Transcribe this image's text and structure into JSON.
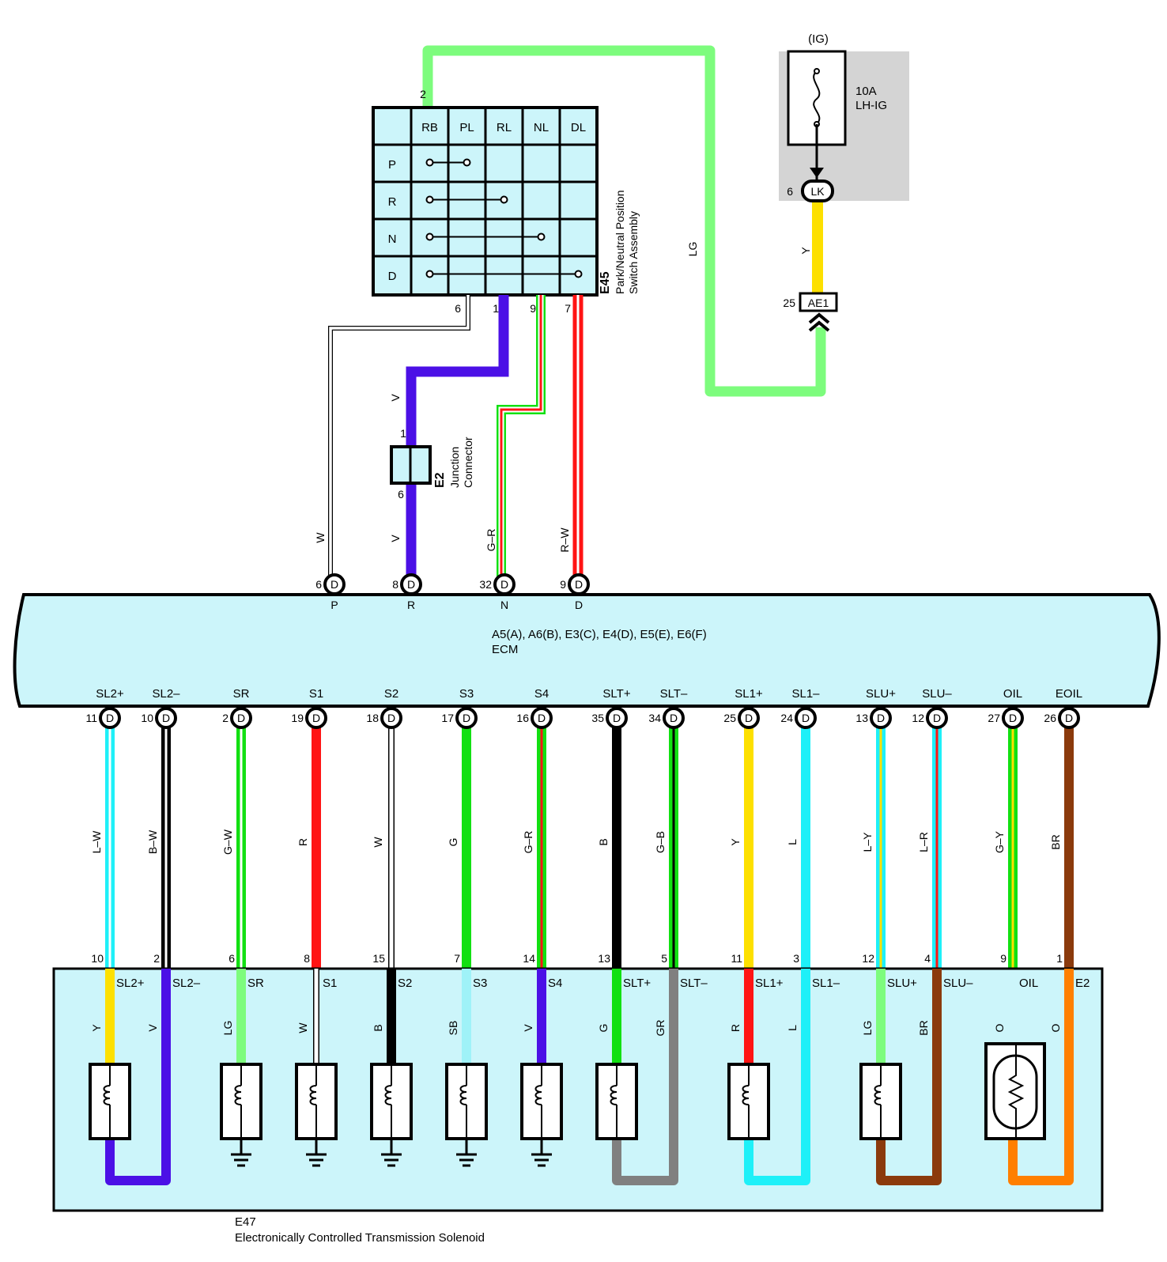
{
  "power": {
    "ig_label": "(IG)",
    "fuse_amp": "10A",
    "fuse_name": "LH-IG",
    "lk_pin": "6",
    "lk_label": "LK",
    "ae1_pin": "25",
    "ae1_label": "AE1",
    "wire_y": "Y",
    "wire_lg": "LG"
  },
  "switch": {
    "id": "E45",
    "name_line1": "Park/Neutral Position",
    "name_line2": "Switch Assembly",
    "top_pin": "2",
    "columns": [
      "RB",
      "PL",
      "RL",
      "NL",
      "DL"
    ],
    "rows": [
      "P",
      "R",
      "N",
      "D"
    ],
    "bottom_pins": [
      "6",
      "1",
      "9",
      "7"
    ]
  },
  "junction": {
    "id": "E2",
    "name_line1": "Junction",
    "name_line2": "Connector",
    "pin_top": "1",
    "pin_bottom": "6",
    "wire_v_upper": "V",
    "wire_v_lower": "V"
  },
  "ecm": {
    "connectors": "A5(A), A6(B), E3(C), E4(D), E5(E), E6(F)",
    "name": "ECM",
    "top_pins": [
      {
        "num": "6",
        "conn": "D",
        "label": "P",
        "wire": "W"
      },
      {
        "num": "8",
        "conn": "D",
        "label": "R",
        "wire": "V"
      },
      {
        "num": "32",
        "conn": "D",
        "label": "N",
        "wire": "G–R"
      },
      {
        "num": "9",
        "conn": "D",
        "label": "D",
        "wire": "R–W"
      }
    ],
    "bottom_pins": [
      {
        "label": "SL2+",
        "num": "11",
        "conn": "D",
        "wire": "L–W",
        "sol_pin": "10"
      },
      {
        "label": "SL2–",
        "num": "10",
        "conn": "D",
        "wire": "B–W",
        "sol_pin": "2"
      },
      {
        "label": "SR",
        "num": "2",
        "conn": "D",
        "wire": "G–W",
        "sol_pin": "6"
      },
      {
        "label": "S1",
        "num": "19",
        "conn": "D",
        "wire": "R",
        "sol_pin": "8"
      },
      {
        "label": "S2",
        "num": "18",
        "conn": "D",
        "wire": "W",
        "sol_pin": "15"
      },
      {
        "label": "S3",
        "num": "17",
        "conn": "D",
        "wire": "G",
        "sol_pin": "7"
      },
      {
        "label": "S4",
        "num": "16",
        "conn": "D",
        "wire": "G–R",
        "sol_pin": "14"
      },
      {
        "label": "SLT+",
        "num": "35",
        "conn": "D",
        "wire": "B",
        "sol_pin": "13"
      },
      {
        "label": "SLT–",
        "num": "34",
        "conn": "D",
        "wire": "G–B",
        "sol_pin": "5"
      },
      {
        "label": "SL1+",
        "num": "25",
        "conn": "D",
        "wire": "Y",
        "sol_pin": "11"
      },
      {
        "label": "SL1–",
        "num": "24",
        "conn": "D",
        "wire": "L",
        "sol_pin": "3"
      },
      {
        "label": "SLU+",
        "num": "13",
        "conn": "D",
        "wire": "L–Y",
        "sol_pin": "12"
      },
      {
        "label": "SLU–",
        "num": "12",
        "conn": "D",
        "wire": "L–R",
        "sol_pin": "4"
      },
      {
        "label": "OIL",
        "num": "27",
        "conn": "D",
        "wire": "G–Y",
        "sol_pin": "9"
      },
      {
        "label": "EOIL",
        "num": "26",
        "conn": "D",
        "wire": "BR",
        "sol_pin": "1"
      }
    ]
  },
  "solenoid": {
    "id": "E47",
    "name": "Electronically Controlled Transmission Solenoid",
    "terminals": [
      {
        "label": "SL2+",
        "wire": "Y"
      },
      {
        "label": "SL2–",
        "wire": "V"
      },
      {
        "label": "SR",
        "wire": "LG"
      },
      {
        "label": "S1",
        "wire": "W"
      },
      {
        "label": "S2",
        "wire": "B"
      },
      {
        "label": "S3",
        "wire": "SB"
      },
      {
        "label": "S4",
        "wire": "V"
      },
      {
        "label": "SLT+",
        "wire": "G"
      },
      {
        "label": "SLT–",
        "wire": "GR"
      },
      {
        "label": "SL1+",
        "wire": "R"
      },
      {
        "label": "SL1–",
        "wire": "L"
      },
      {
        "label": "SLU+",
        "wire": "LG"
      },
      {
        "label": "SLU–",
        "wire": "BR"
      },
      {
        "label": "OIL",
        "wire": "O"
      },
      {
        "label": "E2",
        "wire": "O"
      }
    ]
  },
  "colors": {
    "ecm_fill": "#ccf5fa",
    "lg": "#7dfc7d",
    "yellow": "#fde000",
    "violet": "#4b10e6",
    "red": "#ff1414",
    "green": "#12e012",
    "cyan": "#1ef0f8",
    "brown": "#8b3a0c",
    "orange": "#ff7f00",
    "gray": "#808080",
    "skyblue": "#9ff2f8",
    "black": "#000000",
    "white": "#ffffff"
  }
}
